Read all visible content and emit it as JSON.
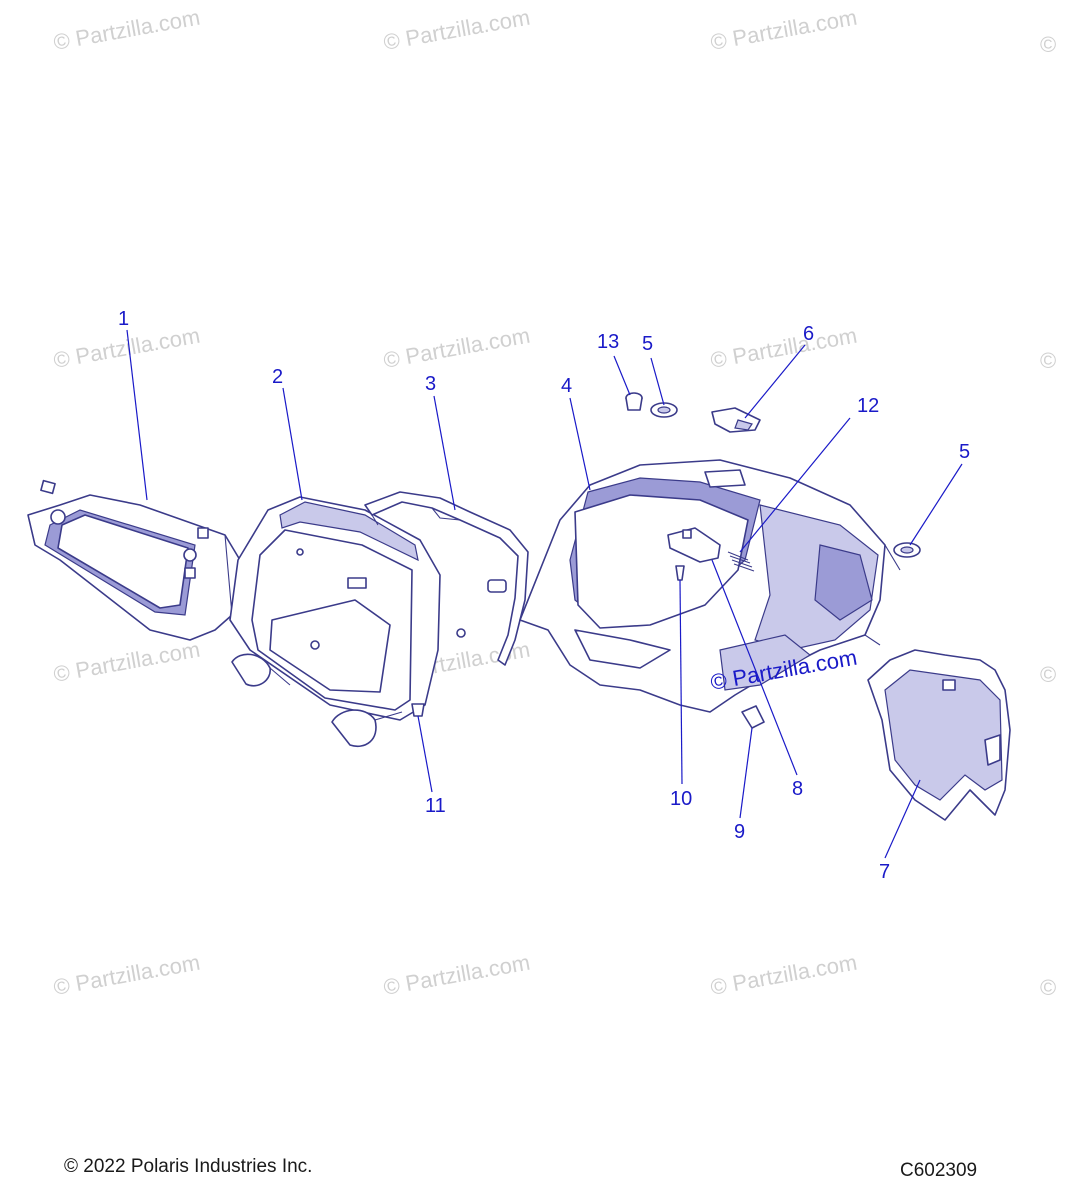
{
  "watermark": "© Partzilla.com",
  "watermark_short": "©",
  "copyright": "© 2022 Polaris Industries Inc.",
  "diagram_code": "C602309",
  "callouts": [
    "1",
    "2",
    "3",
    "4",
    "5",
    "13",
    "6",
    "12",
    "5",
    "11",
    "10",
    "9",
    "8",
    "7"
  ],
  "colors": {
    "callout": "#1a1ac8",
    "linework": "#3b3b8a",
    "shading": "#c9c9ea"
  }
}
